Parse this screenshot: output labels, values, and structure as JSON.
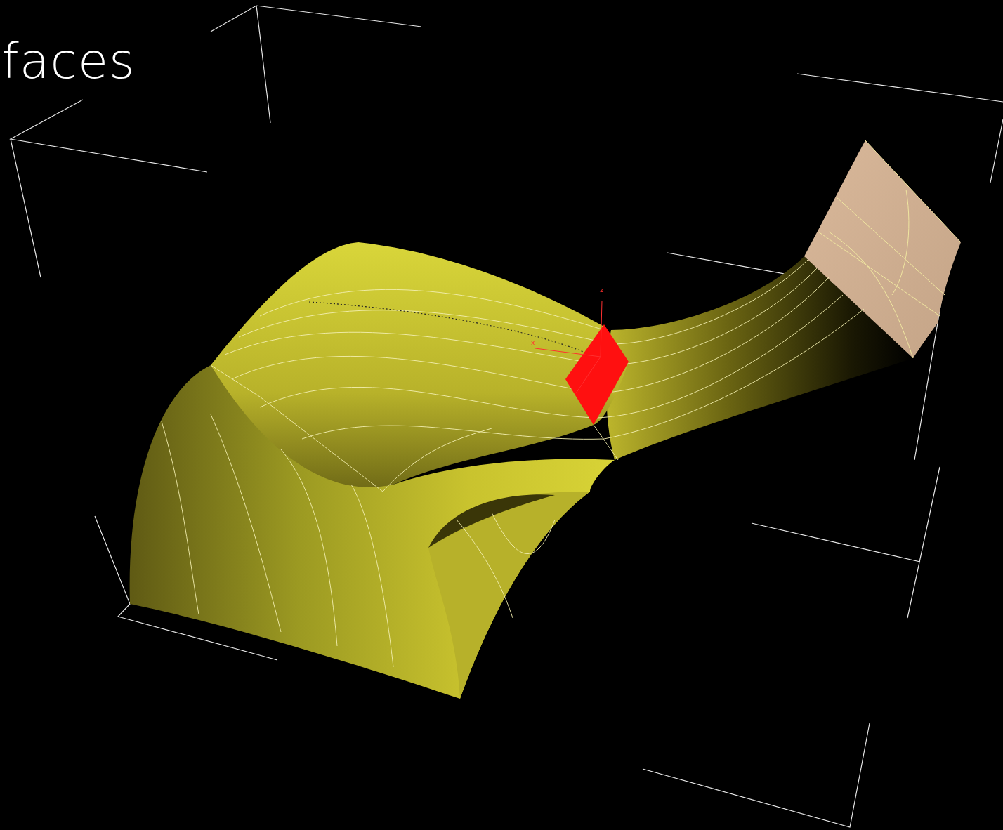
{
  "diagram": {
    "title": "faces",
    "labels": [
      "z",
      "x"
    ]
  }
}
